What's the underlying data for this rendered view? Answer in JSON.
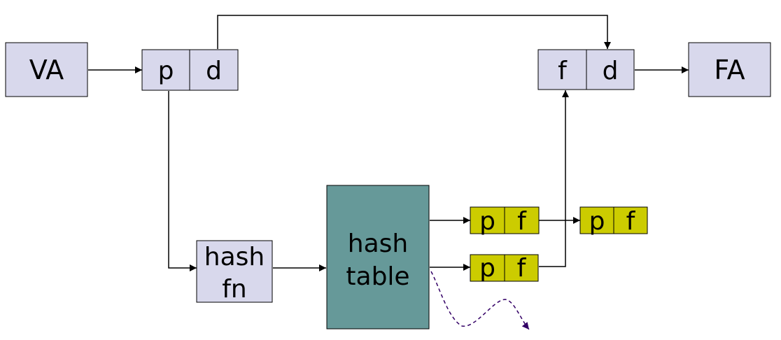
{
  "labels": {
    "va": "VA",
    "fa": "FA",
    "virtual_page": "p",
    "virtual_offset": "d",
    "physical_frame": "f",
    "physical_offset": "d",
    "hash_fn_line1": "hash",
    "hash_fn_line2": "fn",
    "hash_table_line1": "hash",
    "hash_table_line2": "table",
    "entry1_page": "p",
    "entry1_frame": "f",
    "entry2_page": "p",
    "entry2_frame": "f",
    "entry3_page": "p",
    "entry3_frame": "f"
  },
  "colors": {
    "box_fill": "#d8d8ec",
    "hash_table_fill": "#669999",
    "entry_fill": "#cccc00",
    "stroke": "#000000",
    "dashed_arrow": "#330066"
  }
}
